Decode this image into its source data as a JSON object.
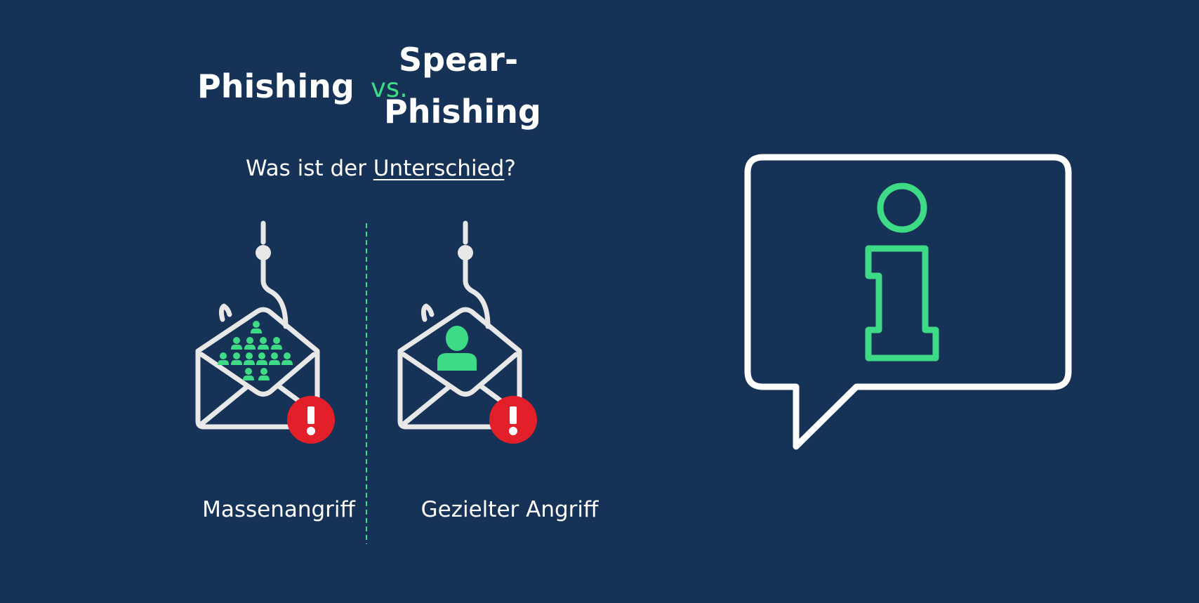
{
  "title": {
    "left": "Phishing",
    "vs": "vs.",
    "right_line1": "Spear-",
    "right_line2": "Phishing"
  },
  "subtitle": {
    "prefix": "Was ist der ",
    "emphasis": "Unterschied",
    "suffix": "?"
  },
  "panels": [
    {
      "label": "Massenangriff",
      "icon": "mass-email-phishing-icon"
    },
    {
      "label": "Gezielter Angriff",
      "icon": "targeted-email-phishing-icon"
    }
  ],
  "colors": {
    "background": "#163256",
    "accent": "#3ddb85",
    "alert": "#e3202a",
    "line": "#e8e8e8"
  }
}
